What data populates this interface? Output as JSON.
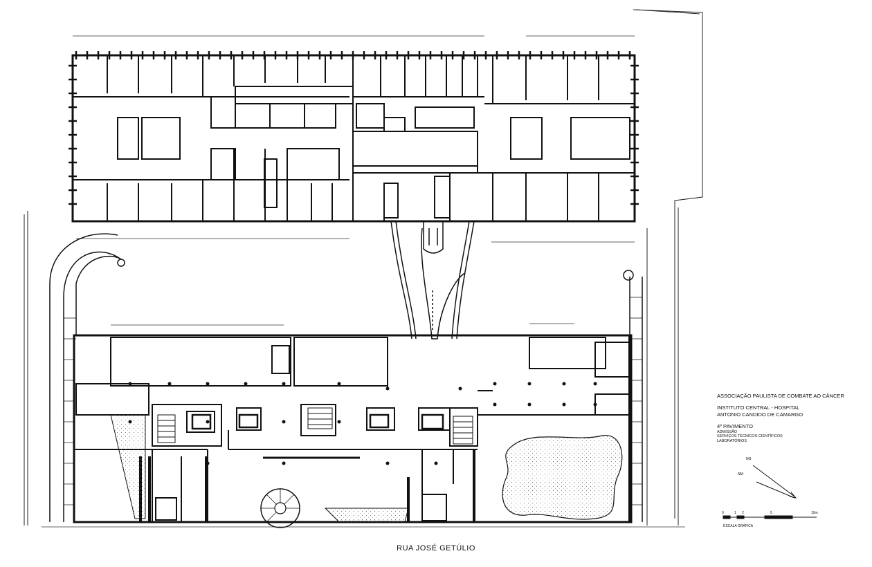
{
  "legend": {
    "association": "ASSOCIAÇÃO PAULISTA DE COMBATE AO CÂNCER",
    "institute_line1": "INSTITUTO CENTRAL - HOSPITAL",
    "institute_line2": "ANTONIO CANDIDO DE CAMARGO",
    "floor": "4º PAVIMENTO",
    "program": [
      "ADMISSÃO",
      "SERVIÇOS TÉCNICOS-CIENTÍFICOS",
      "LABORATÓRIOS"
    ],
    "north_labels": [
      "NG",
      "NM"
    ],
    "scale_ticks": [
      "0",
      "1",
      "2",
      "5",
      "10m"
    ],
    "scale_label": "ESCALA GRÁFICA"
  },
  "street": "RUA JOSÉ GETÚLIO"
}
